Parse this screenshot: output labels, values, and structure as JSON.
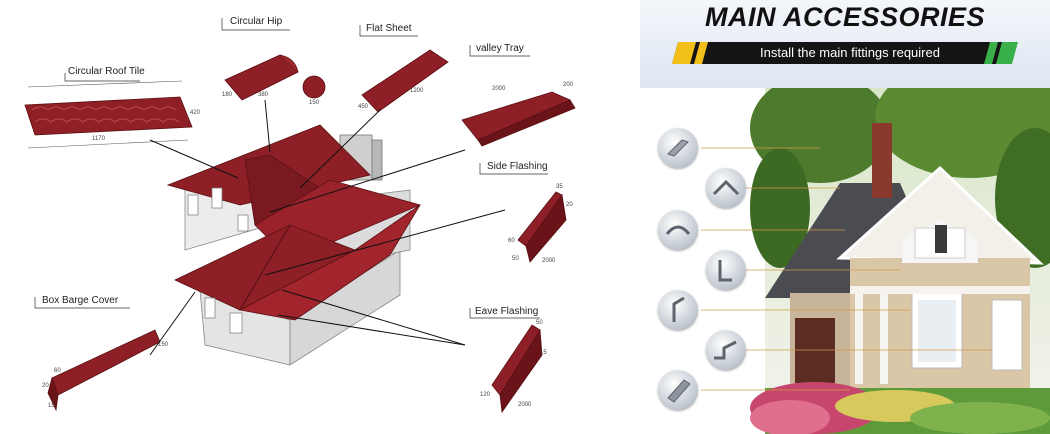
{
  "diagram": {
    "labels": {
      "circular_roof_tile": "Circular Roof Tile",
      "circular_hip": "Circular Hip",
      "flat_sheet": "Flat Sheet",
      "valley_tray": "valley Tray",
      "side_flashing": "Side Flashing",
      "box_barge_cover": "Box Barge Cover",
      "eave_flashing": "Eave Flashing"
    },
    "dimensions": {
      "tile_width": "1170",
      "tile_height": "420",
      "hip_length": "380",
      "hip_width": "180",
      "hip_circle": "150",
      "flat_width": "450",
      "flat_length": "1200",
      "valley_length": "2000",
      "valley_width": "200",
      "side_top": "35",
      "side_b": "20",
      "side_a": "60",
      "side_c": "50",
      "side_length": "2000",
      "barge_a": "150",
      "barge_b": "60",
      "barge_c": "20",
      "barge_d": "15",
      "eave_a": "50",
      "eave_b": "15",
      "eave_c": "120",
      "eave_length": "2000"
    },
    "colors": {
      "roof": "#8e1f26",
      "roof_dark": "#6a1419",
      "wall": "#e9e9e9"
    }
  },
  "accessories": {
    "title": "MAIN ACCESSORIES",
    "subtitle": "Install the main fittings required",
    "colors": {
      "yellow": "#f2c019",
      "green": "#3ab04a",
      "bar": "#141414"
    },
    "icons": [
      "angle-trim-icon",
      "ridge-cap-icon",
      "hip-cap-icon",
      "gable-trim-icon",
      "corner-trim-icon",
      "step-flashing-icon",
      "gutter-guard-icon"
    ]
  }
}
